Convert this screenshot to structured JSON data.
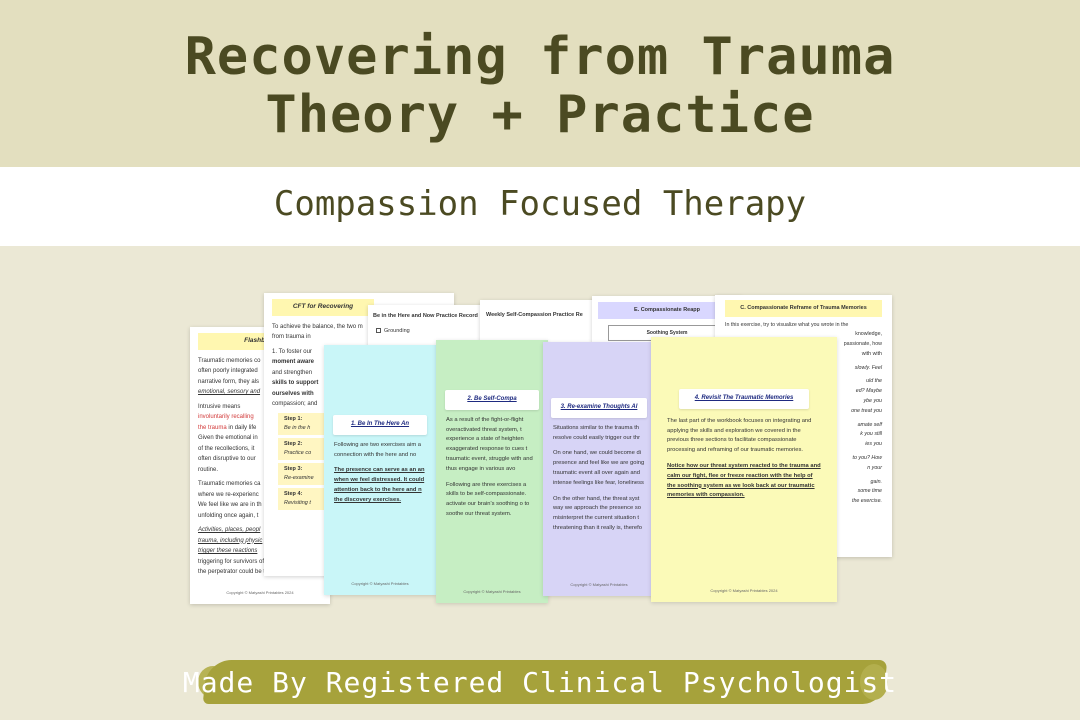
{
  "header": {
    "title_line1": "Recovering from Trauma",
    "title_line2": "Theory + Practice",
    "subtitle": "Compassion Focused Therapy"
  },
  "pages": {
    "flashback": {
      "title": "Flashback",
      "lines": [
        "Traumatic memories co",
        "often poorly integrated",
        "narrative form, they als",
        "emotional, sensory and"
      ],
      "intrusive": "Intrusive means",
      "intrusive_red": [
        "involuntarily recalling",
        "the trauma"
      ],
      "intrusive_tail": "in daily life",
      "lines2": [
        "Given the emotional in",
        "of the recollections, it",
        "often disruptive to our",
        "routine."
      ],
      "lines3": [
        "Traumatic memories ca",
        "where we re-experienc",
        "We feel like we are in th",
        "unfolding once again, t"
      ],
      "lines4": [
        "Activities, places, peopl",
        "trauma, including physic",
        "trigger these reactions",
        "triggering for survivors of fire while people o",
        "the perpetrator could be triggering for victim"
      ],
      "copyright": "Copyright © Matyashi Printables 2024"
    },
    "cft": {
      "title": "CFT for Recovering",
      "lines": [
        "To achieve the balance, the two m",
        "from trauma in"
      ],
      "lines2": [
        "1. To foster our",
        "moment aware",
        "and strengthen",
        "skills to support",
        "ourselves with",
        "compassion; and"
      ],
      "steps": [
        {
          "label": "Step 1:",
          "text": "Be in the h"
        },
        {
          "label": "Step 2:",
          "text": "Practice co"
        },
        {
          "label": "Step 3:",
          "text": "Re-examine"
        },
        {
          "label": "Step 4:",
          "text": "Revisiting t"
        }
      ]
    },
    "here": {
      "title": "Be in the Here and Now Practice Record",
      "checkbox": "Grounding"
    },
    "weekly": {
      "title": "Weekly Self-Compassion Practice Re"
    },
    "e": {
      "title": "E. Compassionate Reapp",
      "box": "Soothing System"
    },
    "c": {
      "title": "C. Compassionate Reframe of Trauma Memories",
      "lines": [
        "In this exercise, try to visualize what you wrote in the",
        "knowledge,",
        "passionate, how",
        "with with",
        "slowly. Feel",
        "uld the",
        "ed? Maybe",
        "ybe you",
        "one treat you",
        "amate self",
        "k you still",
        "ies you",
        "to you? How",
        "n your",
        "gain.",
        "some time",
        "the exercise."
      ]
    }
  },
  "cards": [
    {
      "title": "1. Be In The Here An",
      "paragraphs": [
        {
          "text": "Following are two exercises aim a connection with the here and no",
          "bold": false
        },
        {
          "text": "The presence can serve as an an when we feel distressed. It could attention back to the here and n the discovery exercises.",
          "bold": true
        }
      ],
      "copyright": "Copyright © Matyashi Printables"
    },
    {
      "title": "2. Be Self-Compa",
      "paragraphs": [
        {
          "text": "As a result of the fight-or-flight overactivated threat system, t experience a state of heighten exaggerated response to cues t traumatic event, struggle with and thus engage in various avo",
          "bold": false
        },
        {
          "text": "Following are three exercises a skills to be self-compassionate. activate our brain's soothing o to soothe our threat system.",
          "bold": false
        }
      ],
      "copyright": "Copyright © Matyashi Printables"
    },
    {
      "title": "3. Re-examine Thoughts Al",
      "paragraphs": [
        {
          "text": "Situations similar to the trauma th resolve could easily trigger our thr",
          "bold": false
        },
        {
          "text": "On one hand, we could become di presence and feel like we are going traumatic event all over again and intense feelings like fear, loneliness",
          "bold": false
        },
        {
          "text": "On the other hand, the threat syst way we approach the presence so misinterpret the current situation t threatening than it really is, therefo",
          "bold": false
        }
      ],
      "copyright": "Copyright © Matyashi Printables"
    },
    {
      "title": "4. Revisit The Traumatic Memories",
      "paragraphs": [
        {
          "text": "The last part of the workbook focuses on integrating and applying the skills and exploration we covered in the previous three sections to facilitate compassionate processing and reframing of our traumatic memories.",
          "bold": false
        },
        {
          "text": "Notice how our threat system reacted to the trauma and calm our fight, flee or freeze reaction with the help of the soothing system as we look back at our traumatic memories with compassion.",
          "bold": true
        }
      ],
      "copyright": "Copyright © Matyashi Printables 2024"
    }
  ],
  "footer": {
    "banner": "Made By Registered Clinical Psychologist"
  },
  "colors": {
    "title": "#4b4a22",
    "top_band": "#e3dfbf",
    "background": "#ebe8d5",
    "brush": "#a6a23b",
    "card_cyan": "#c9f6f8",
    "card_green": "#c6eec3",
    "card_purple": "#d7d4f6",
    "card_yellow": "#fbfab8"
  }
}
